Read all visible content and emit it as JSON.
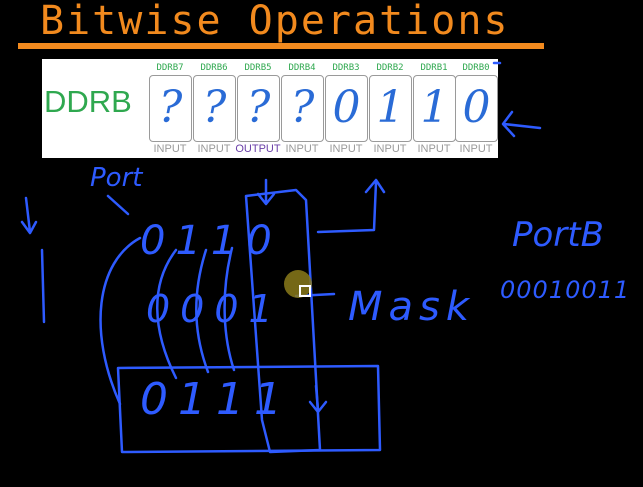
{
  "title": "Bitwise Operations",
  "register": {
    "name": "DDRB",
    "bits": [
      {
        "label": "DDRB7",
        "value": "?",
        "direction": "INPUT"
      },
      {
        "label": "DDRB6",
        "value": "?",
        "direction": "INPUT"
      },
      {
        "label": "DDRB5",
        "value": "?",
        "direction": "OUTPUT"
      },
      {
        "label": "DDRB4",
        "value": "?",
        "direction": "INPUT"
      },
      {
        "label": "DDRB3",
        "value": "0",
        "direction": "INPUT"
      },
      {
        "label": "DDRB2",
        "value": "1",
        "direction": "INPUT"
      },
      {
        "label": "DDRB1",
        "value": "1",
        "direction": "INPUT"
      },
      {
        "label": "DDRB0",
        "value": "0",
        "direction": "INPUT"
      }
    ]
  },
  "annotations": {
    "port_label": "Port",
    "row_top": "0110",
    "row_mask": "0001",
    "mask_label": "Mask",
    "row_result": "0111",
    "portb_label": "PortB",
    "portb_value": "00010011"
  },
  "colors": {
    "title": "#f28a1e",
    "register_name": "#2fa84f",
    "ink": "#2e5bff",
    "output_label": "#6a3fa8"
  }
}
